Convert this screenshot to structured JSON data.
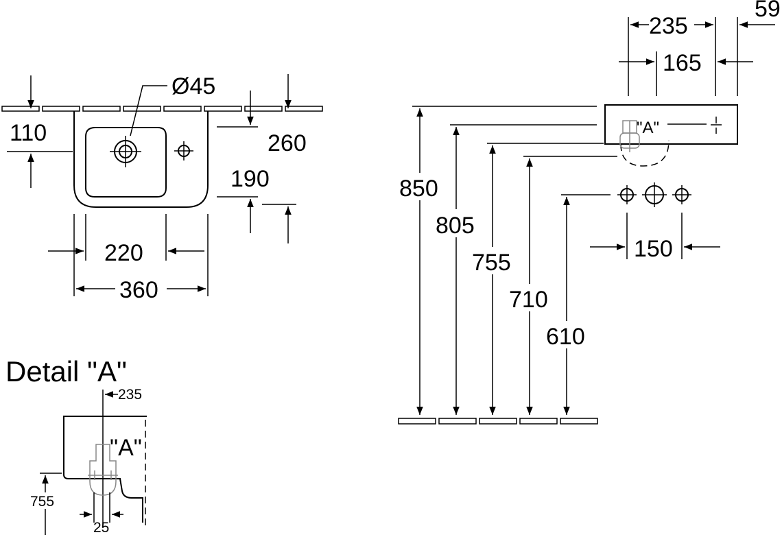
{
  "top_view": {
    "dims": {
      "drain_diameter": "Ø45",
      "d110": "110",
      "d260": "260",
      "d190": "190",
      "d220": "220",
      "d360": "360"
    }
  },
  "side_view": {
    "dims": {
      "d235": "235",
      "d59": "59",
      "d165": "165",
      "d150": "150",
      "d850": "850",
      "d805": "805",
      "d755": "755",
      "d710": "710",
      "d610": "610"
    },
    "detail_marker": "\"A\""
  },
  "detail": {
    "title": "Detail \"A\"",
    "marker": "\"A\"",
    "dims": {
      "d235": "235",
      "d755": "755",
      "d25": "25"
    }
  }
}
